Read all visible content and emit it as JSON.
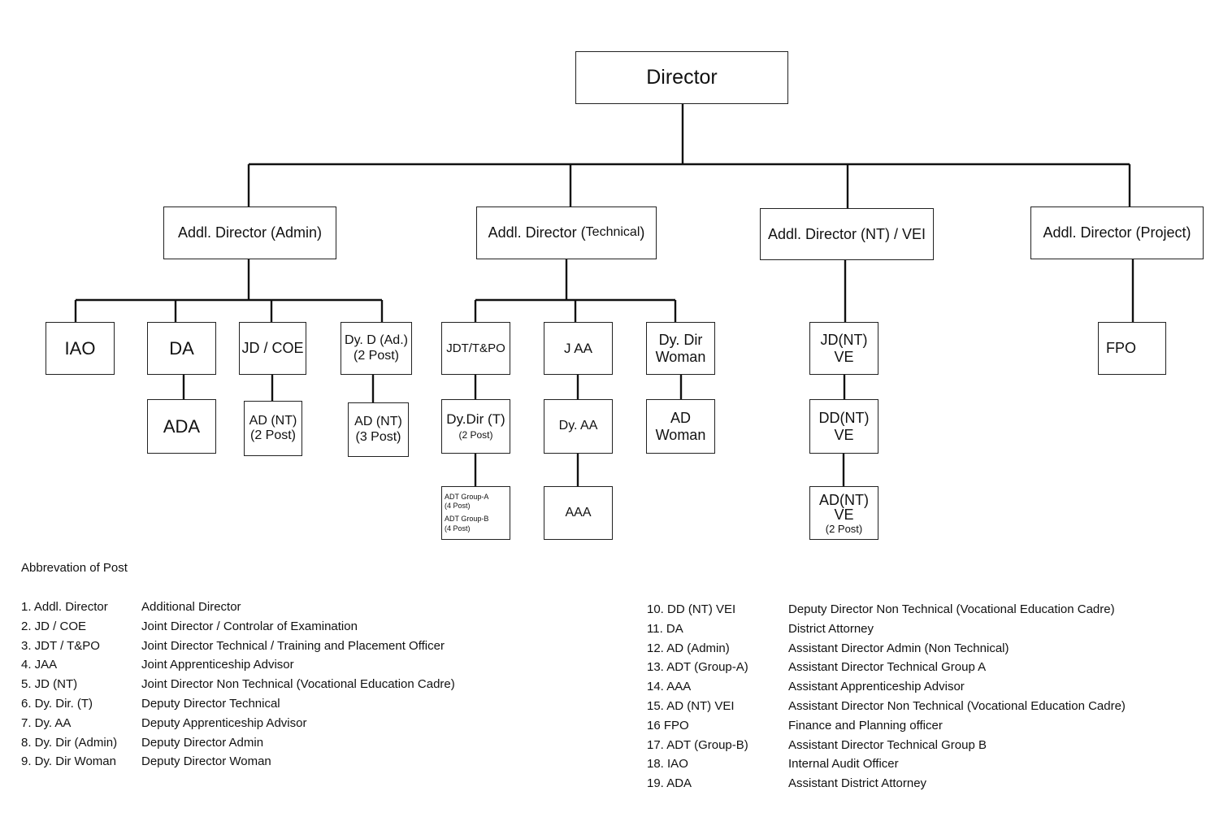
{
  "org_chart": {
    "top": {
      "label": "Director"
    },
    "branches": [
      {
        "label": "Addl. Director (Admin)"
      },
      {
        "label": "Addl. Director (",
        "label_small": "Technical",
        "label_end": ")"
      },
      {
        "label": "Addl. Director (NT) / VEI"
      },
      {
        "label": "Addl. Director (Project)"
      }
    ],
    "nodes": {
      "iao": [
        "IAO"
      ],
      "da": [
        "DA"
      ],
      "ada": [
        "ADA"
      ],
      "jd_coe": [
        "JD / COE"
      ],
      "ad_nt_2": [
        "AD (NT)",
        "(2 Post)"
      ],
      "dy_d_ad": [
        "Dy. D (Ad.)",
        "(2 Post)"
      ],
      "ad_nt_3": [
        "AD (NT)",
        "(3 Post)"
      ],
      "jdt_tpo": [
        "JDT/T&PO"
      ],
      "dy_dir_t": [
        "Dy.Dir (T)",
        "(2 Post)"
      ],
      "adt_groups": [
        "ADT Group-A",
        "(4 Post)",
        "ADT Group-B",
        "(4 Post)"
      ],
      "jaa": [
        "J AA"
      ],
      "dy_aa": [
        "Dy. AA"
      ],
      "aaa": [
        "AAA"
      ],
      "dy_dir_woman": [
        "Dy. Dir",
        "Woman"
      ],
      "ad_woman": [
        "AD",
        "Woman"
      ],
      "jd_nt_ve": [
        "JD(NT)",
        "VE"
      ],
      "dd_nt_ve": [
        "DD(NT)",
        "VE"
      ],
      "ad_nt_ve": [
        "AD(NT)",
        "VE",
        "(2 Post)"
      ],
      "fpo": [
        "FPO"
      ]
    }
  },
  "abbreviations": {
    "title": "Abbrevation of Post",
    "left": [
      {
        "abbr": "1. Addl. Director",
        "full": "Additional Director"
      },
      {
        "abbr": "2. JD / COE",
        "full": "Joint Director / Controlar of Examination"
      },
      {
        "abbr": "3. JDT / T&PO",
        "full": "Joint Director Technical / Training and Placement Officer"
      },
      {
        "abbr": "4. JAA",
        "full": "Joint Apprenticeship Advisor"
      },
      {
        "abbr": "5.  JD (NT)",
        "full": "Joint Director Non Technical (Vocational Education Cadre)"
      },
      {
        "abbr": "6.  Dy. Dir. (T)",
        "full": "Deputy Director Technical"
      },
      {
        "abbr": "7.  Dy. AA",
        "full": "Deputy Apprenticeship Advisor"
      },
      {
        "abbr": "8. Dy. Dir (Admin)",
        "full": "Deputy Director Admin"
      },
      {
        "abbr": "9. Dy. Dir Woman",
        "full": "Deputy Director Woman"
      }
    ],
    "right": [
      {
        "abbr": "10. DD (NT) VEI",
        "full": "Deputy Director Non Technical (Vocational Education Cadre)"
      },
      {
        "abbr": "11. DA",
        "full": "District Attorney"
      },
      {
        "abbr": "12. AD (Admin)",
        "full": "Assistant Director Admin (Non Technical)"
      },
      {
        "abbr": "13. ADT (Group-A)",
        "full": "Assistant Director Technical Group A"
      },
      {
        "abbr": "14. AAA",
        "full": "Assistant Apprenticeship Advisor"
      },
      {
        "abbr": "15. AD (NT) VEI",
        "full": "Assistant Director Non Technical (Vocational Education Cadre)"
      },
      {
        "abbr": "16  FPO",
        "full": "Finance and Planning officer"
      },
      {
        "abbr": "17. ADT (Group-B)",
        "full": "Assistant Director Technical Group B"
      },
      {
        "abbr": "18. IAO",
        "full": "Internal Audit Officer"
      },
      {
        "abbr": "19. ADA",
        "full": "Assistant District Attorney"
      }
    ]
  }
}
